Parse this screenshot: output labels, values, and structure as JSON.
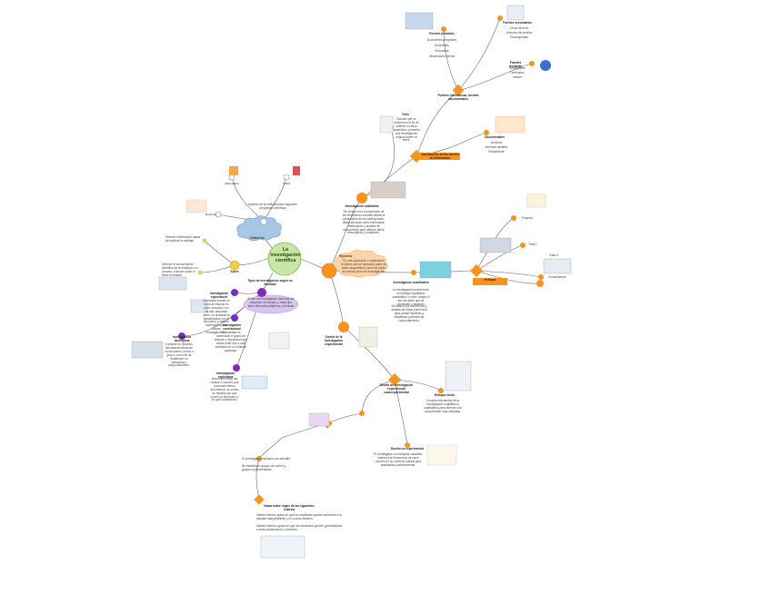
{
  "center": {
    "title": "La investigación científica"
  },
  "definicion": {
    "title": "Definición",
    "tags": [
      "Sistemática",
      "Crítica",
      "Empírica"
    ],
    "label": "Aspecto de la realidad para responder preguntas científicas"
  },
  "sobre": {
    "title": "Sobre",
    "items": [
      "Obtener información capaz de explicar la realidad",
      "Obtener el conocimiento científico de la realidad o un proceso, conocer sobre el tema a estudiar"
    ]
  },
  "tipos": {
    "title": "Tipos de investigación según su finalidad",
    "subtitle": "El tipo de investigación depende del propósito de estudio, y cada tipo tiene diferentes objetivos y técnicas",
    "exploratoria": {
      "title": "Investigación exploratoria",
      "text": "Se realiza cuando el tema de estudio es poco conocido o no ha sido abordado antes; su finalidad es familiarizarse con el fenómeno y obtener información para futuras investigaciones."
    },
    "descriptiva": {
      "title": "Investigación descriptiva",
      "text": "Consiste en describir las características de un fenómeno, hecho o grupo, con el fin de establecer su estructura o comportamiento."
    },
    "correlacional": {
      "title": "Investigación correlacional",
      "text": "Su finalidad es determinar el grado de relación o asociación que existe entre dos o más variables en un contexto particular."
    },
    "explicativa": {
      "title": "Investigación explicativa",
      "text": "Busca encontrar las causas o razones que provocan ciertos fenómenos; se centra en explicar por qué ocurre un fenómeno y en qué condiciones."
    }
  },
  "cualitativa": {
    "title": "Investigación cualitativa",
    "text": "Se centra en la comprensión de los fenómenos sociales desde la perspectiva de los participantes; utiliza técnicas como entrevistas, observación y análisis de documentos para obtener datos descriptivos y subjetivos.",
    "clasificacion": {
      "title": "Clasificación de las fuentes de información",
      "primarias": {
        "title": "Fuentes primarias",
        "items": [
          "Documentos originales",
          "Entrevistas",
          "Encuestas",
          "Observación directa"
        ]
      },
      "secundarias": {
        "title": "Fuentes secundarias",
        "items": [
          "Libros de texto",
          "Artículos de revisión",
          "Enciclopedias"
        ]
      },
      "terciarias": {
        "title": "Fuentes terciarias",
        "items": [
          "Bibliografías",
          "Directorios",
          "Índices"
        ]
      },
      "fuentes_title": "Fuentes electrónicas, fuentes documentales",
      "tesis": {
        "title": "Tesis",
        "text": "Estudio que se realiza con el fin de obtener un título académico, presenta una investigación original sobre un tema."
      },
      "documentales": {
        "title": "Documentales",
        "items": [
          "Archivos",
          "Informes oficiales",
          "Estadísticas"
        ]
      }
    }
  },
  "hipotesis": {
    "title": "Hipótesis",
    "text": "Es una suposición o explicación tentativa que se formula a partir de datos disponibles y sirve de punto de partida para una investigación."
  },
  "enfoque": {
    "title": "Enfoque",
    "text": "La investigación puede tener un enfoque cualitativo, cuantitativo o mixto, según el tipo de datos que se recolecten y analicen.",
    "items": [
      "Proyecto",
      "Fase I",
      "Fase II",
      "Consolidación"
    ]
  },
  "cuantitativa": {
    "title": "Investigación cuantitativa",
    "text": "Se basa en la recolección y análisis de datos numéricos para probar hipótesis y establecer patrones de comportamiento."
  },
  "experimental": {
    "title": "Diseño de la investigación experimental",
    "enfoque": {
      "title": "Enfoque mixto",
      "text": "Combina elementos de la investigación cualitativa y cuantitativa para obtener una comprensión más completa."
    },
    "diseno": {
      "title": "Diseño no experimental",
      "text": "El investigador no manipula variables; observa los fenómenos tal como ocurren en su contexto natural para analizarlos posteriormente."
    },
    "cuasi": {
      "title": "Diseño de investigación experimental cuasiexperimental",
      "items": [
        "El investigador manipula una variable",
        "Se establecen grupos de control y grupos experimentales"
      ]
    },
    "notas": {
      "title": "Notas sobre reglas de los siguientes criterios",
      "items": [
        "Validez interna: grado en que los resultados pueden atribuirse a la variable independiente y no a otros factores.",
        "Validez externa: grado en que los resultados pueden generalizarse a otras poblaciones y contextos."
      ]
    }
  },
  "colors": {
    "center": "#c8e6a5",
    "cloud": "#a7c7e7",
    "orange": "#f7931e",
    "purple": "#7b2cbf",
    "line": "#555555"
  }
}
